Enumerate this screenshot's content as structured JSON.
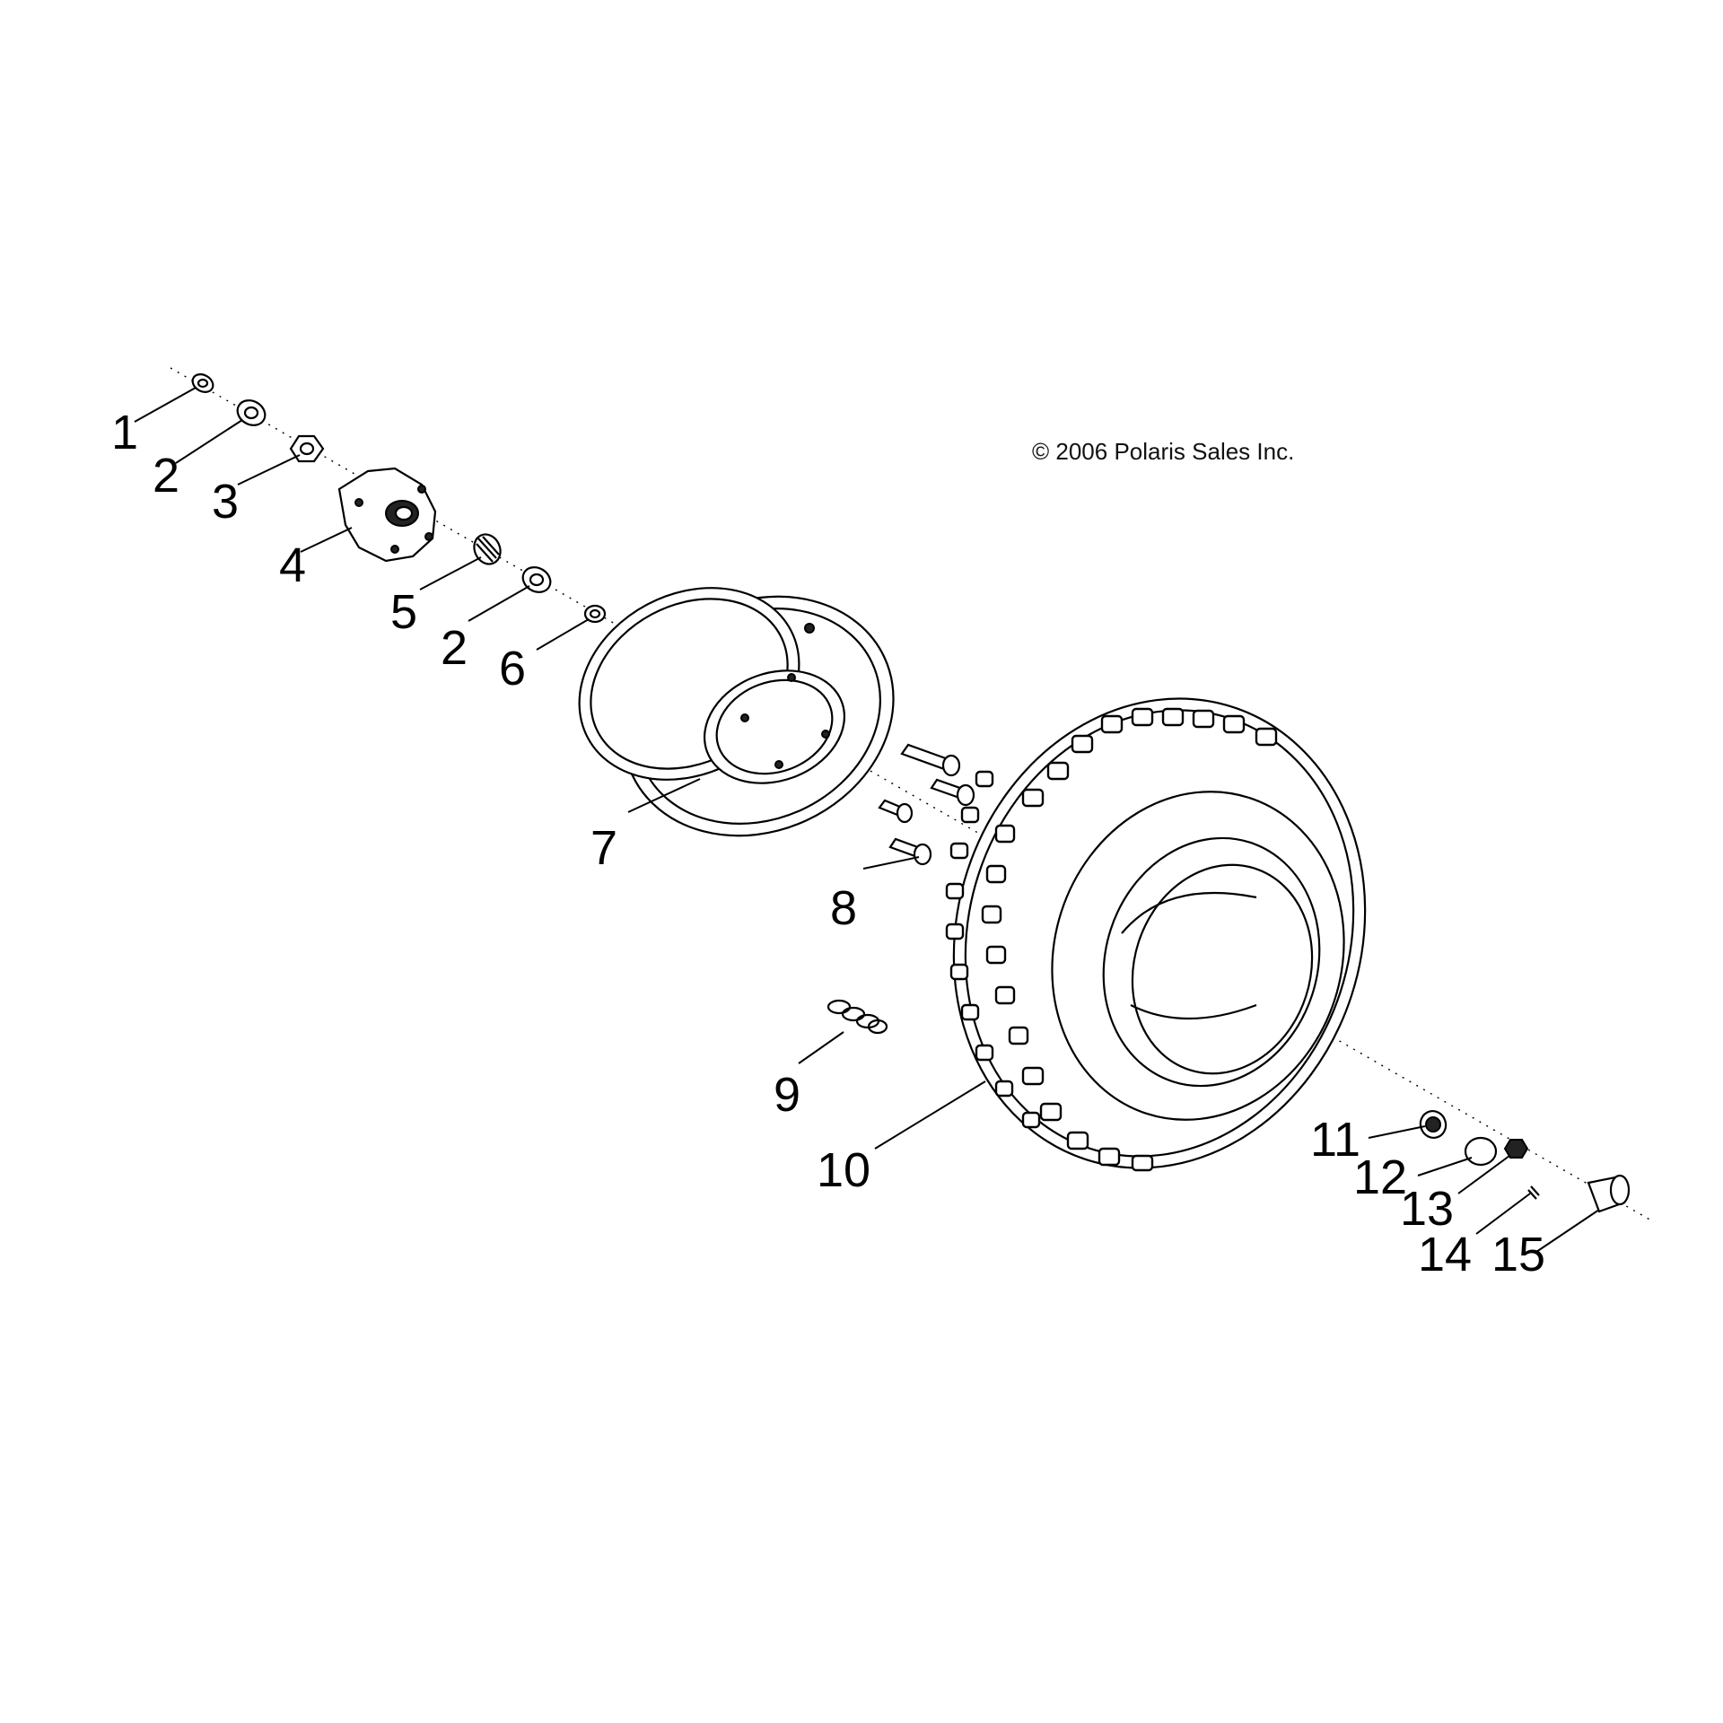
{
  "copyright": "© 2006 Polaris Sales Inc.",
  "callouts": [
    {
      "id": "c1",
      "label": "1"
    },
    {
      "id": "c2a",
      "label": "2"
    },
    {
      "id": "c3",
      "label": "3"
    },
    {
      "id": "c4",
      "label": "4"
    },
    {
      "id": "c5",
      "label": "5"
    },
    {
      "id": "c2b",
      "label": "2"
    },
    {
      "id": "c6",
      "label": "6"
    },
    {
      "id": "c7",
      "label": "7"
    },
    {
      "id": "c8",
      "label": "8"
    },
    {
      "id": "c9",
      "label": "9"
    },
    {
      "id": "c10",
      "label": "10"
    },
    {
      "id": "c11",
      "label": "11"
    },
    {
      "id": "c12",
      "label": "12"
    },
    {
      "id": "c13",
      "label": "13"
    },
    {
      "id": "c14",
      "label": "14"
    },
    {
      "id": "c15",
      "label": "15"
    }
  ]
}
